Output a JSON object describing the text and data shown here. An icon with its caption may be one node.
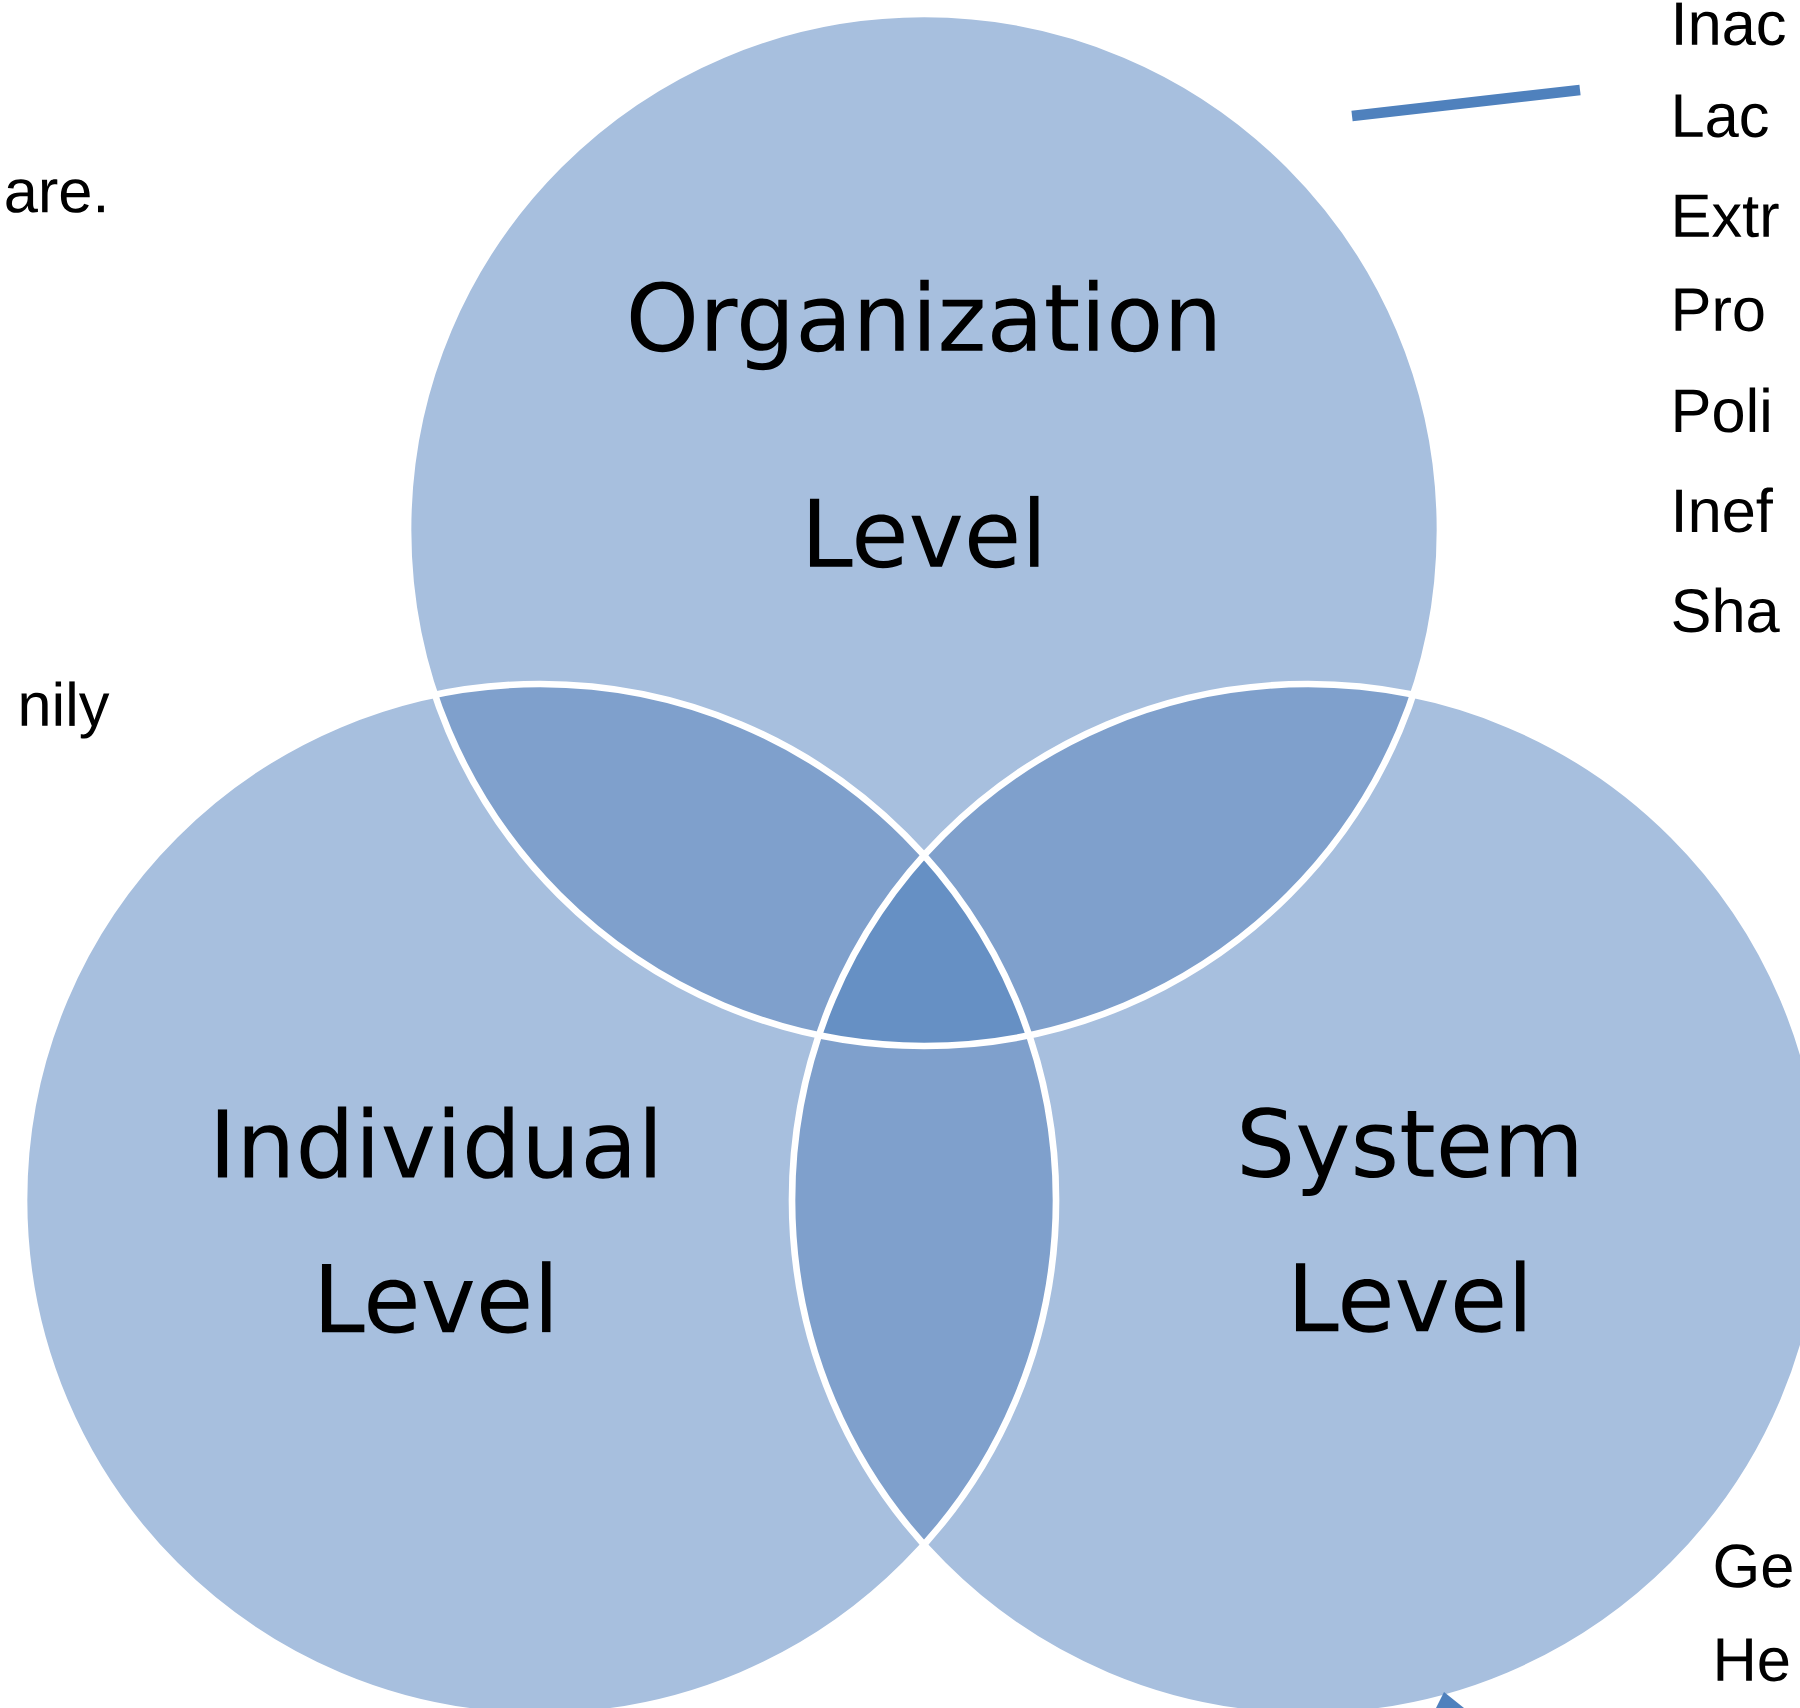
{
  "diagram": {
    "nodes": [
      {
        "text": [
          "Organization Level"
        ]
      },
      {
        "text": [
          "Individual Level"
        ]
      },
      {
        "text": [
          "System Level"
        ]
      }
    ],
    "labels": [
      "Inac",
      "Lac",
      "are.",
      "Extr",
      "Pro",
      "Poli",
      "Inef",
      "Sha",
      "nily",
      "Ge",
      "He"
    ]
  }
}
